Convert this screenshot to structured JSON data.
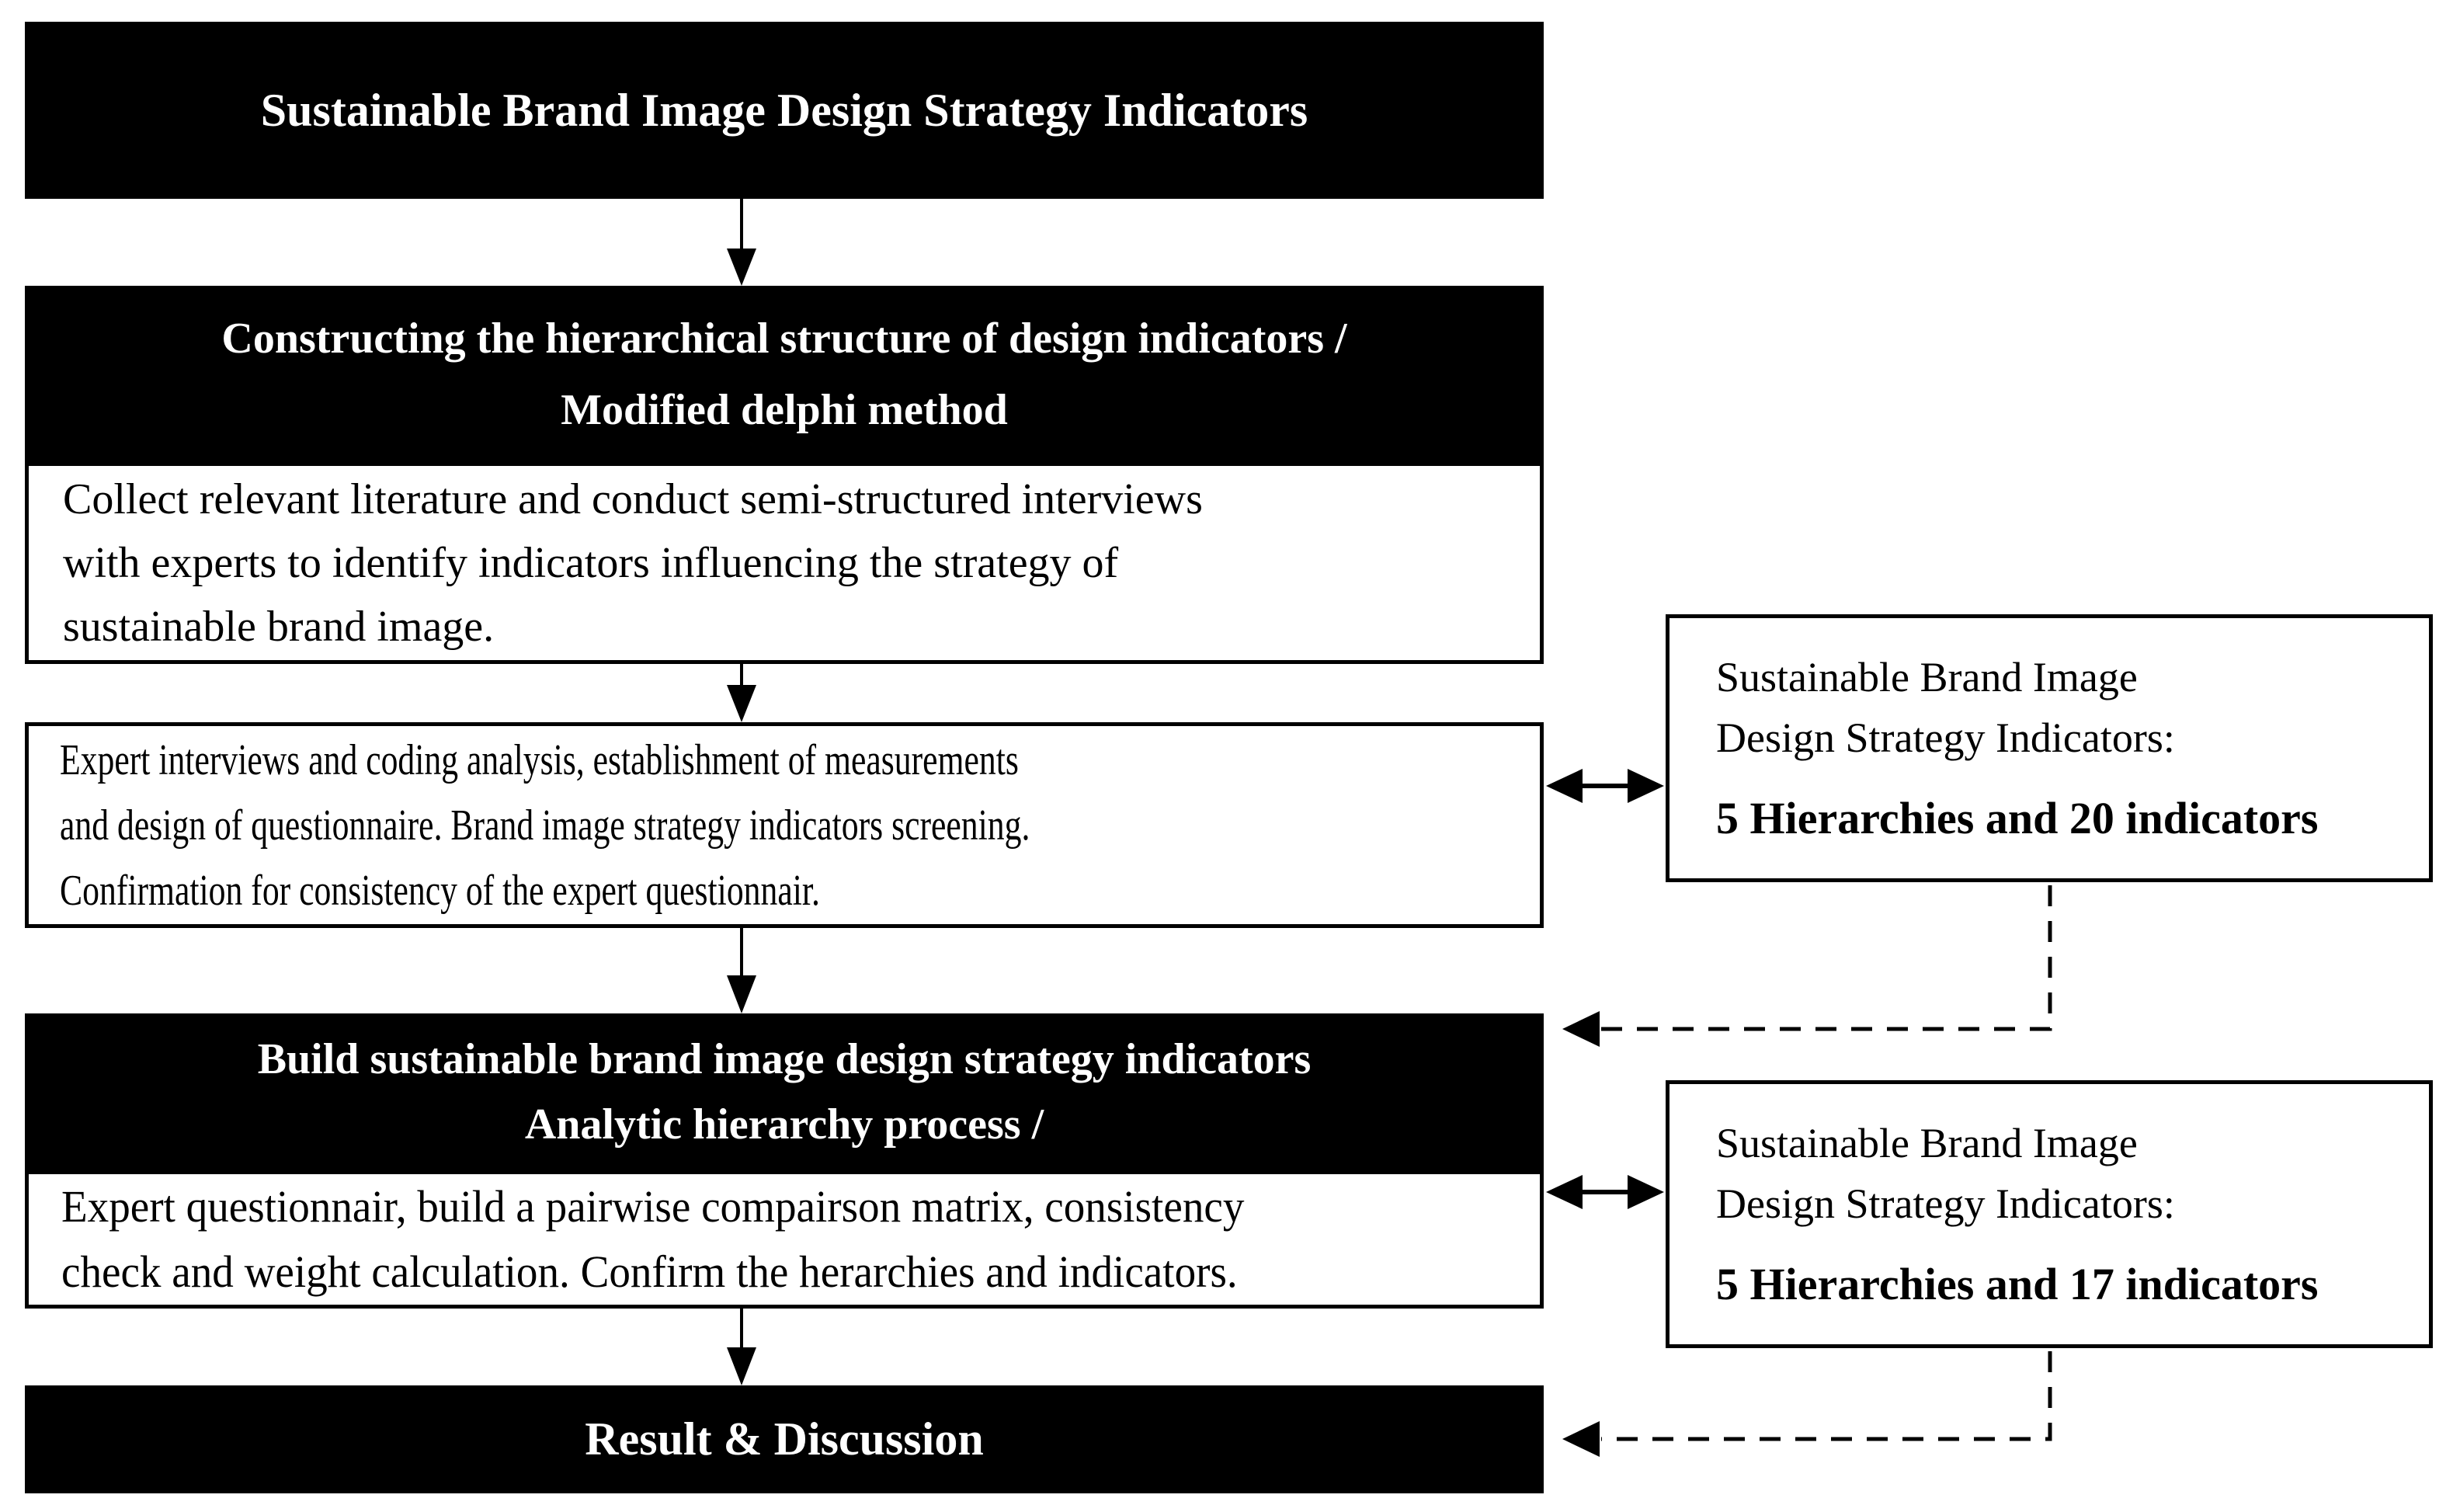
{
  "diagram": {
    "type": "flowchart",
    "colors": {
      "dark": "#000000",
      "light": "#ffffff",
      "border": "#000000",
      "background": "#ffffff"
    },
    "main_flow": {
      "title": "Sustainable Brand Image Design Strategy Indicators",
      "phase1": {
        "header_line1": "Constructing the hierarchical structure of design indicators /",
        "header_line2": "Modified delphi method",
        "body_lines": [
          "Collect relevant literature and conduct semi-structured interviews",
          "with experts to identify indicators influencing the strategy of",
          "sustainable brand image."
        ]
      },
      "screening_step": {
        "lines": [
          "Expert interviews and coding analysis, establishment of measurements",
          "and design of questionnaire. Brand image strategy indicators screening.",
          "Confirmation for consistency of the expert questionnair."
        ]
      },
      "phase2": {
        "header_line1": "Build sustainable brand image design strategy indicators",
        "header_line2": "Analytic hierarchy process /",
        "body_lines": [
          "Expert questionnair, build a pairwise compairson matrix, consistency",
          "check and weight calculation. Confirm the herarchies and indicators."
        ]
      },
      "result": "Result & Discussion"
    },
    "side_notes": [
      {
        "line1": "Sustainable Brand Image",
        "line2": "Design Strategy Indicators:",
        "highlight": "5 Hierarchies and 20 indicators"
      },
      {
        "line1": "Sustainable Brand Image",
        "line2": "Design Strategy Indicators:",
        "highlight": "5 Hierarchies and 17 indicators"
      }
    ]
  }
}
